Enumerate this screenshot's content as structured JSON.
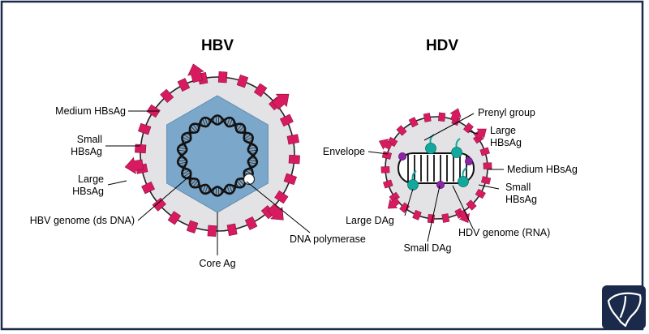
{
  "colors": {
    "frame": "#1b2a4a",
    "background": "#ffffff",
    "envelope_fill": "#e3e3e5",
    "core_fill": "#7ba7cb",
    "core_stroke": "#5f8cb4",
    "protein": "#d81b60",
    "teal_dag": "#13a89e",
    "purple_dag": "#8e24aa",
    "logo_bg": "#1b2a4a"
  },
  "hbv": {
    "title": "HBV",
    "labels": {
      "medium_hbsag": "Medium HBsAg",
      "small_hbsag_1": "Small",
      "small_hbsag_2": "HBsAg",
      "large_hbsag_1": "Large",
      "large_hbsag_2": "HBsAg",
      "genome": "HBV genome (ds DNA)",
      "core_ag": "Core Ag",
      "dna_polymerase": "DNA polymerase"
    }
  },
  "hdv": {
    "title": "HDV",
    "labels": {
      "envelope": "Envelope",
      "prenyl_group": "Prenyl group",
      "large_hbsag_1": "Large",
      "large_hbsag_2": "HBsAg",
      "medium_hbsag": "Medium HBsAg",
      "small_hbsag_1": "Small",
      "small_hbsag_2": "HBsAg",
      "large_dag": "Large DAg",
      "small_dag": "Small DAg",
      "genome": "HDV genome (RNA)"
    }
  },
  "logo": {
    "icon": "liver-icon"
  }
}
